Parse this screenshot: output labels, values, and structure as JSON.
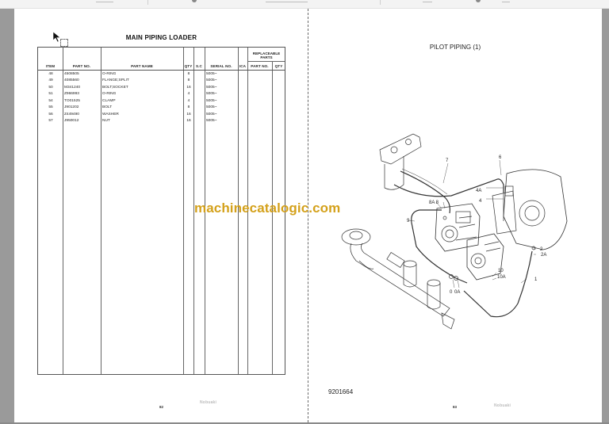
{
  "viewer": {
    "toolbar_visible": true,
    "layout": "two-page spread"
  },
  "left_page": {
    "title": "MAIN PIPING LOADER",
    "page_number": "82",
    "footer_brand": "Nobuaki",
    "table": {
      "headers": {
        "item": "ITEM",
        "part_no": "PART NO.",
        "part_name": "PART NAME",
        "qty": "QTY",
        "sc": "S.C",
        "serial_no": "SERIAL NO.",
        "ica": "ICA",
        "replaceable_parts": "REPLACEABLE PARTS",
        "repl_part_no": "PART NO.",
        "repl_qty": "QTY"
      },
      "rows": [
        {
          "item": "48",
          "part_no": "4508505",
          "part_name": "O-RING",
          "qty": "8",
          "sc": "",
          "serial_no": "5005~",
          "ica": "",
          "repl_part_no": "",
          "repl_qty": ""
        },
        {
          "item": "49",
          "part_no": "4085560",
          "part_name": "FLANGE;SPLIT",
          "qty": "8",
          "sc": "",
          "serial_no": "5005~",
          "ica": "",
          "repl_part_no": "",
          "repl_qty": ""
        },
        {
          "item": "50",
          "part_no": "M341240",
          "part_name": "BOLT;SOCKET",
          "qty": "16",
          "sc": "",
          "serial_no": "5005~",
          "ica": "",
          "repl_part_no": "",
          "repl_qty": ""
        },
        {
          "item": "51",
          "part_no": "Z966993",
          "part_name": "O-RING",
          "qty": "4",
          "sc": "",
          "serial_no": "5005~",
          "ica": "",
          "repl_part_no": "",
          "repl_qty": ""
        },
        {
          "item": "54",
          "part_no": "TO01525",
          "part_name": "CLAMP",
          "qty": "4",
          "sc": "",
          "serial_no": "5005~",
          "ica": "",
          "repl_part_no": "",
          "repl_qty": ""
        },
        {
          "item": "55",
          "part_no": "J901202",
          "part_name": "BOLT",
          "qty": "8",
          "sc": "",
          "serial_no": "5005~",
          "ica": "",
          "repl_part_no": "",
          "repl_qty": ""
        },
        {
          "item": "56",
          "part_no": "Z449490",
          "part_name": "WASHER",
          "qty": "16",
          "sc": "",
          "serial_no": "5005~",
          "ica": "",
          "repl_part_no": "",
          "repl_qty": ""
        },
        {
          "item": "57",
          "part_no": "J950012",
          "part_name": "NUT",
          "qty": "16",
          "sc": "",
          "serial_no": "5005~",
          "ica": "",
          "repl_part_no": "",
          "repl_qty": ""
        }
      ]
    }
  },
  "right_page": {
    "title": "PILOT PIPING (1)",
    "figure_number": "9201664",
    "page_number": "83",
    "footer_brand": "Nobuaki",
    "callouts": [
      "7",
      "6",
      "4A",
      "4",
      "8A",
      "8",
      "9",
      "2",
      "2A",
      "10",
      "10A",
      "1",
      "0",
      "0A"
    ]
  },
  "watermark": {
    "text": "machinecatalogic.com",
    "color": "#d4a11b"
  }
}
